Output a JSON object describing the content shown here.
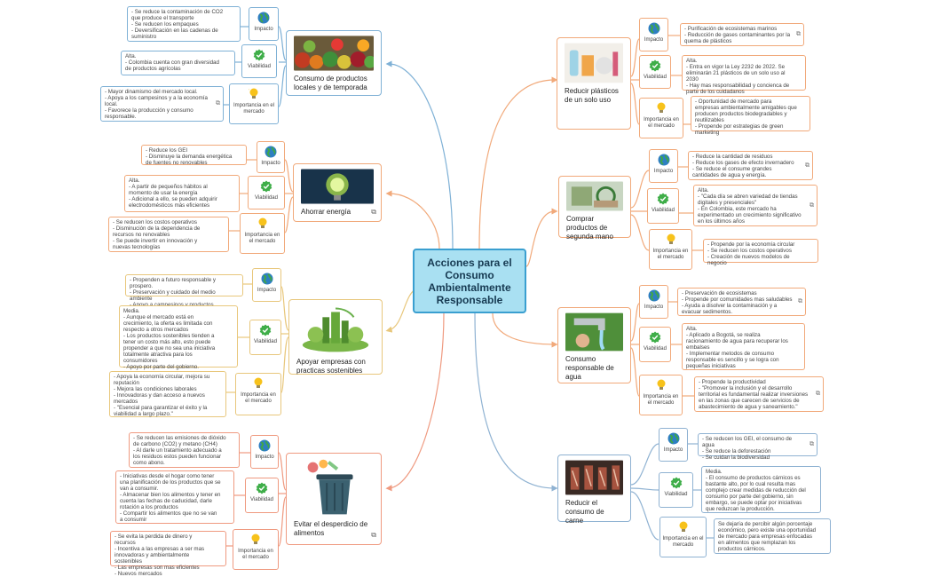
{
  "center": {
    "title": "Acciones para el Consumo Ambientalmente Responsable"
  },
  "link_icon": "external-link-icon",
  "labels": {
    "impacto": "Impacto",
    "viabilidad": "Viabilidad",
    "mercado": "Importancia en el mercado"
  },
  "icons": {
    "impacto": "globe-icon",
    "viabilidad": "checkmark-badge-icon",
    "mercado": "lightbulb-icon"
  },
  "colors": {
    "center": "#a9e0f2",
    "blue": "#7fb1d6",
    "orange": "#f1a97a",
    "yellow": "#e8c77c",
    "red": "#ef9a80",
    "steel": "#8fb2d2"
  },
  "topics": [
    {
      "id": "locales",
      "title": "Consumo de productos locales y de temporada",
      "impacto": "- Se reduce la contaminación de CO2 que produce el transporte\n- Se reducen los empaques\n- Deversificación en las cadenas de suministro",
      "viabilidad": "Alta.\n- Colombia cuenta con gran diversidad de productos agrícolas",
      "mercado": "- Mayor dinamismo del mercado local.\n- Apoya a los campesinos y a la economía local.\n- Favorece la producción y consumo responsable."
    },
    {
      "id": "energia",
      "title": "Ahorrar energía",
      "impacto": "- Reduce los GEI\n- Disminuye la demanda energética de fuentes no renovables",
      "viabilidad": "Alta.\n- A partir de pequeños hábitos al momento de usar la energía\n- Adicional a ello, se pueden adquirir electrodomésticos más eficientes",
      "mercado": "- Se reducen los costos operativos\n- Disminución de la dependencia de recursos no renovables\n- Se puede invertir en innovación y nuevas tecnologías"
    },
    {
      "id": "empresas",
      "title": "Apoyar empresas con practicas sostenibles",
      "impacto": "- Propenden a futuro responsable y prospero.\n- Preservación y cuidado del medio ambiente\n- Apoyo a campesinos y productos locales",
      "viabilidad": "Media.\n- Aunque el mercado está en crecimiento, la oferta es limitada con respecto a otros mercados\n- Los productos sostenibles tienden a tener un costo más alto, esto puede propender a que no sea una iniciativa totalmente atractiva para los consumidores\n- Apoyo por parte del gobierno.",
      "mercado": "- Apoya la economía circular, mejora su reputación\n- Mejora las condiciones laborales\n- Innovadoras y dan acceso a nuevos mercados\n- \"Esencial para garantizar el éxito y la viabilidad a largo plazo.\""
    },
    {
      "id": "desperdicio",
      "title": "Evitar el desperdicio de alimentos",
      "impacto": "- Se reducen las emisiones de dióxido de carbono (CO2) y metano (CH4)\n- Al darle un tratamiento adecuado a los residuos estos pueden funcionar como abono.",
      "viabilidad": "- Iniciativas desde el hogar como tener una planificación de los productos que se van a consumir.\n- Almacenar bien los alimentos y tener en cuenta las fechas de caducidad, darle rotación a los productos\n- Compartir los alimentos que no se van a consumir",
      "mercado": "- Se evita la perdida de dinero y recursos\n- Incentiva a las empresas a ser mas innovadoras y ambientalmente sostenibles\n- Las empresas son mas eficientes\n- Nuevos mercados"
    },
    {
      "id": "plasticos",
      "title": "Reducir plásticos de un solo uso",
      "impacto": "- Purificación de ecosistemas marinos\n- Reducción de gases contaminantes por la quema de plásticos",
      "viabilidad": "Alta.\n- Entra en vigor la Ley 2232 de 2022. Se eliminarán 21 plásticos de un solo uso al 2030\n- Hay mas responsabilidad y concienca de parte de los cuidadanos",
      "mercado": "- Oportunidad de mercado para empresas ambientalmente amigables que producen productos biodegradables y reutilizables\n- Propende por estrategias de green marketing"
    },
    {
      "id": "segunda",
      "title": "Comprar productos de segunda mano",
      "impacto": "- Reduce la cantidad de residuos\n- Reduce los gases de efecto invernadero\n- Se reduce el consume grandes cantidades de agua y energía.",
      "viabilidad": "Alta.\n- \"Cada día se abren variedad de tiendas digitales y presenciales\"\n- En Colombia, este mercado ha experimentado un crecimiento significativo en los últimos años",
      "mercado": "- Propende por la economía circular\n- Se reducen los costos operativos\n- Creación de nuevos modelos de negocio"
    },
    {
      "id": "agua",
      "title": "Consumo responsable de agua",
      "impacto": "- Preservación de ecosistemas\n- Propende por comunidades mas saludables\n- Ayuda a disolver la contaminación y a evacuar sedimentos.",
      "viabilidad": "Alta.\n- Aplicado a Bogotá, se realiza racionamiento de agua para recuperar los embalses\n- Implementar metodos de consumo responsable es sencillo y se logra con pequeñas iniciativas",
      "mercado": "- Propende la productividad\n- \"Promover la inclusión y el desarrollo territorial es fundamental realizar inversiones en las zonas que carecen de servicios de abastecimiento de agua y saneamiento.\""
    },
    {
      "id": "carne",
      "title": "Reducir el consumo de carne",
      "impacto": "- Se reducen los GEI, el consumo de agua\n- Se reduce la deforestación\n- Se cuidan la biodiversidad",
      "viabilidad": "Media.\n- El consumo de productos cárnicos es bastante alto, por lo cual resulta mas complejo crear medidas de reducción del consumo por parte del gobierno, sin embargo, se puede optar por iniciativas que reduzcan la producción.",
      "mercado": "Se dejaría de percibir algún porcentaje económico, pero existe una oportunidad de mercado para empresas enfocadas en alimentos que remplazan los productos cárnicos."
    }
  ]
}
